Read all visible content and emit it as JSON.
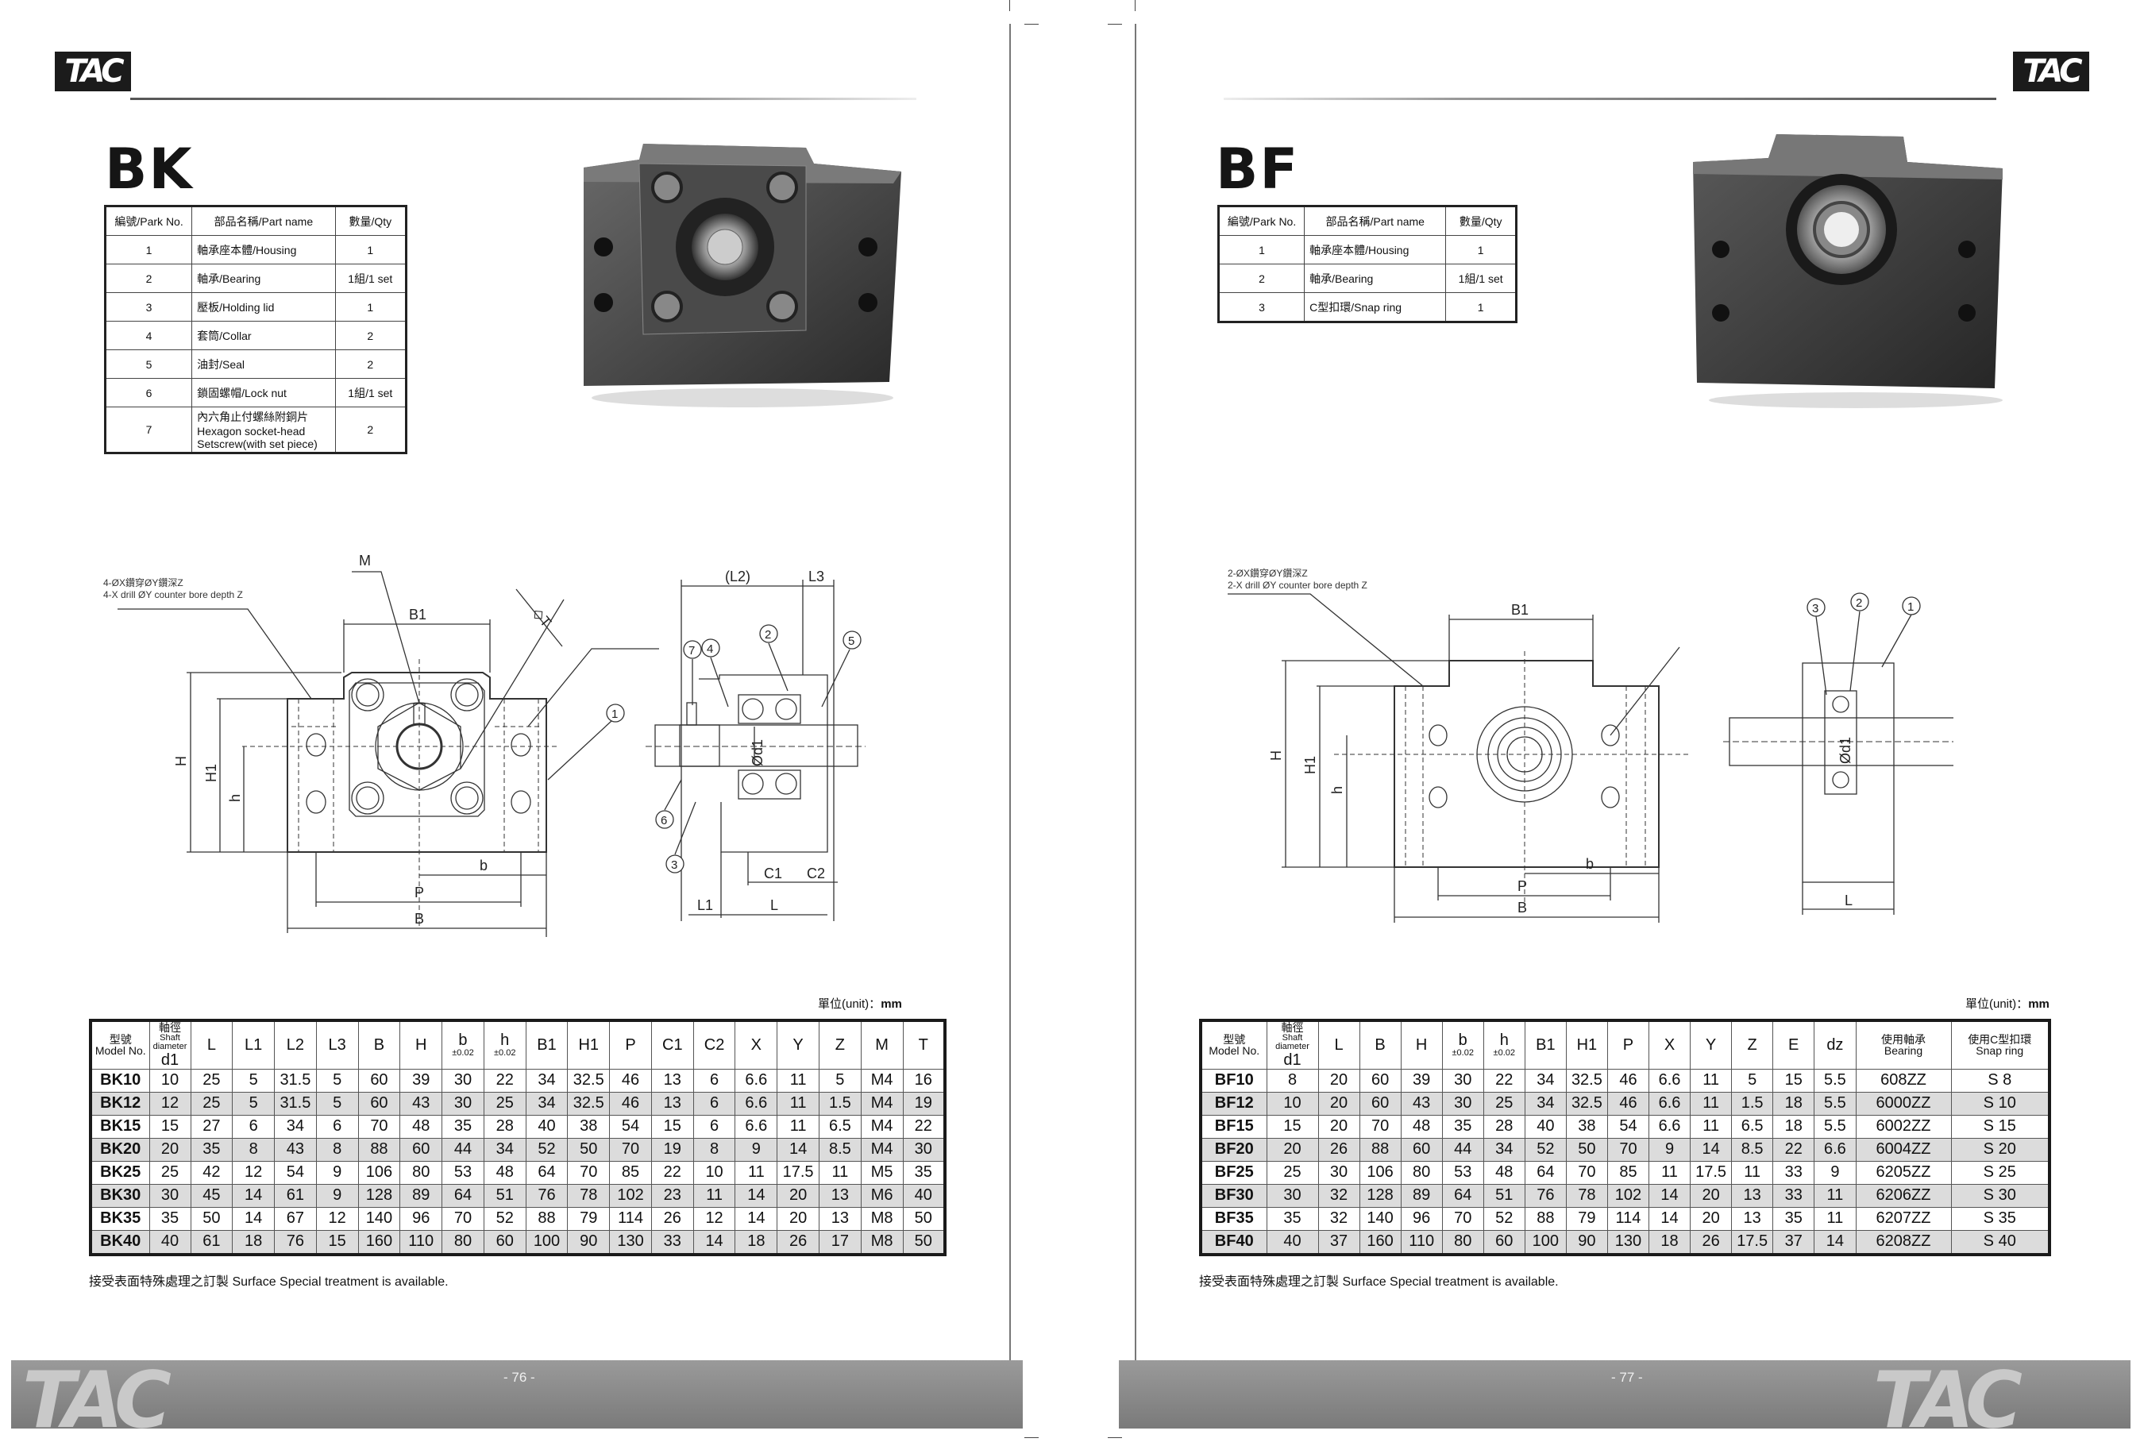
{
  "pages": [
    {
      "logo": "TAC",
      "title": "BK",
      "page_no": "- 76 -",
      "parts": {
        "headers": [
          "編號/Park No.",
          "部品名稱/Part name",
          "數量/Qty"
        ],
        "rows": [
          [
            "1",
            "軸承座本體/Housing",
            "1"
          ],
          [
            "2",
            "軸承/Bearing",
            "1組/1 set"
          ],
          [
            "3",
            "壓板/Holding lid",
            "1"
          ],
          [
            "4",
            "套筒/Collar",
            "2"
          ],
          [
            "5",
            "油封/Seal",
            "2"
          ],
          [
            "6",
            "鎖固螺帽/Lock nut",
            "1組/1 set"
          ],
          [
            "7",
            "內六角止付螺絲附銅片\nHexagon socket-head\nSetscrew(with set piece)",
            "2"
          ]
        ]
      },
      "drawing": {
        "note_zh": "4-ØX鑽穿ØY鑽深Z",
        "note_en": "4-X drill ØY counter bore depth Z",
        "labels": {
          "M": "M",
          "B1": "B1",
          "T": "◇T",
          "H": "H",
          "H1": "H1",
          "h": "h",
          "b": "b",
          "P": "P",
          "B": "B",
          "L2": "(L2)",
          "L3": "L3",
          "C1": "C1",
          "C2": "C2",
          "L1": "L1",
          "L": "L",
          "d1": "Ød1"
        },
        "callouts": [
          "1",
          "2",
          "3",
          "4",
          "5",
          "6",
          "7"
        ]
      },
      "unit_label": "單位(unit)：",
      "unit_value": "mm",
      "spec": {
        "headers": [
          [
            "型號",
            "Model No."
          ],
          [
            "軸徑",
            "Shaft diameter",
            "d1"
          ],
          [
            "L"
          ],
          [
            "L1"
          ],
          [
            "L2"
          ],
          [
            "L3"
          ],
          [
            "B"
          ],
          [
            "H"
          ],
          [
            "b",
            "±0.02"
          ],
          [
            "h",
            "±0.02"
          ],
          [
            "B1"
          ],
          [
            "H1"
          ],
          [
            "P"
          ],
          [
            "C1"
          ],
          [
            "C2"
          ],
          [
            "X"
          ],
          [
            "Y"
          ],
          [
            "Z"
          ],
          [
            "M"
          ],
          [
            "T"
          ]
        ],
        "rows": [
          [
            "BK10",
            "10",
            "25",
            "5",
            "31.5",
            "5",
            "60",
            "39",
            "30",
            "22",
            "34",
            "32.5",
            "46",
            "13",
            "6",
            "6.6",
            "11",
            "5",
            "M4",
            "16"
          ],
          [
            "BK12",
            "12",
            "25",
            "5",
            "31.5",
            "5",
            "60",
            "43",
            "30",
            "25",
            "34",
            "32.5",
            "46",
            "13",
            "6",
            "6.6",
            "11",
            "1.5",
            "M4",
            "19"
          ],
          [
            "BK15",
            "15",
            "27",
            "6",
            "34",
            "6",
            "70",
            "48",
            "35",
            "28",
            "40",
            "38",
            "54",
            "15",
            "6",
            "6.6",
            "11",
            "6.5",
            "M4",
            "22"
          ],
          [
            "BK20",
            "20",
            "35",
            "8",
            "43",
            "8",
            "88",
            "60",
            "44",
            "34",
            "52",
            "50",
            "70",
            "19",
            "8",
            "9",
            "14",
            "8.5",
            "M4",
            "30"
          ],
          [
            "BK25",
            "25",
            "42",
            "12",
            "54",
            "9",
            "106",
            "80",
            "53",
            "48",
            "64",
            "70",
            "85",
            "22",
            "10",
            "11",
            "17.5",
            "11",
            "M5",
            "35"
          ],
          [
            "BK30",
            "30",
            "45",
            "14",
            "61",
            "9",
            "128",
            "89",
            "64",
            "51",
            "76",
            "78",
            "102",
            "23",
            "11",
            "14",
            "20",
            "13",
            "M6",
            "40"
          ],
          [
            "BK35",
            "35",
            "50",
            "14",
            "67",
            "12",
            "140",
            "96",
            "70",
            "52",
            "88",
            "79",
            "114",
            "26",
            "12",
            "14",
            "20",
            "13",
            "M8",
            "50"
          ],
          [
            "BK40",
            "40",
            "61",
            "18",
            "76",
            "15",
            "160",
            "110",
            "80",
            "60",
            "100",
            "90",
            "130",
            "33",
            "14",
            "18",
            "26",
            "17",
            "M8",
            "50"
          ]
        ]
      },
      "note": "接受表面特殊處理之訂製 Surface Special treatment is available."
    },
    {
      "logo": "TAC",
      "title": "BF",
      "page_no": "- 77 -",
      "parts": {
        "headers": [
          "編號/Park No.",
          "部品名稱/Part name",
          "數量/Qty"
        ],
        "rows": [
          [
            "1",
            "軸承座本體/Housing",
            "1"
          ],
          [
            "2",
            "軸承/Bearing",
            "1組/1 set"
          ],
          [
            "3",
            "C型扣環/Snap ring",
            "1"
          ]
        ]
      },
      "drawing": {
        "note_zh": "2-ØX鑽穿ØY鑽深Z",
        "note_en": "2-X drill ØY counter bore depth Z",
        "labels": {
          "B1": "B1",
          "H": "H",
          "H1": "H1",
          "h": "h",
          "b": "b",
          "P": "P",
          "B": "B",
          "L": "L",
          "d1": "Ød1"
        },
        "callouts": [
          "1",
          "2",
          "3"
        ]
      },
      "unit_label": "單位(unit)：",
      "unit_value": "mm",
      "spec": {
        "headers": [
          [
            "型號",
            "Model No."
          ],
          [
            "軸徑",
            "Shaft diameter",
            "d1"
          ],
          [
            "L"
          ],
          [
            "B"
          ],
          [
            "H"
          ],
          [
            "b",
            "±0.02"
          ],
          [
            "h",
            "±0.02"
          ],
          [
            "B1"
          ],
          [
            "H1"
          ],
          [
            "P"
          ],
          [
            "X"
          ],
          [
            "Y"
          ],
          [
            "Z"
          ],
          [
            "E"
          ],
          [
            "dz"
          ],
          [
            "使用軸承",
            "Bearing"
          ],
          [
            "使用C型扣環",
            "Snap ring"
          ]
        ],
        "rows": [
          [
            "BF10",
            "8",
            "20",
            "60",
            "39",
            "30",
            "22",
            "34",
            "32.5",
            "46",
            "6.6",
            "11",
            "5",
            "15",
            "5.5",
            "608ZZ",
            "S 8"
          ],
          [
            "BF12",
            "10",
            "20",
            "60",
            "43",
            "30",
            "25",
            "34",
            "32.5",
            "46",
            "6.6",
            "11",
            "1.5",
            "18",
            "5.5",
            "6000ZZ",
            "S 10"
          ],
          [
            "BF15",
            "15",
            "20",
            "70",
            "48",
            "35",
            "28",
            "40",
            "38",
            "54",
            "6.6",
            "11",
            "6.5",
            "18",
            "5.5",
            "6002ZZ",
            "S 15"
          ],
          [
            "BF20",
            "20",
            "26",
            "88",
            "60",
            "44",
            "34",
            "52",
            "50",
            "70",
            "9",
            "14",
            "8.5",
            "22",
            "6.6",
            "6004ZZ",
            "S 20"
          ],
          [
            "BF25",
            "25",
            "30",
            "106",
            "80",
            "53",
            "48",
            "64",
            "70",
            "85",
            "11",
            "17.5",
            "11",
            "33",
            "9",
            "6205ZZ",
            "S 25"
          ],
          [
            "BF30",
            "30",
            "32",
            "128",
            "89",
            "64",
            "51",
            "76",
            "78",
            "102",
            "14",
            "20",
            "13",
            "33",
            "11",
            "6206ZZ",
            "S 30"
          ],
          [
            "BF35",
            "35",
            "32",
            "140",
            "96",
            "70",
            "52",
            "88",
            "79",
            "114",
            "14",
            "20",
            "13",
            "35",
            "11",
            "6207ZZ",
            "S 35"
          ],
          [
            "BF40",
            "40",
            "37",
            "160",
            "110",
            "80",
            "60",
            "100",
            "90",
            "130",
            "18",
            "26",
            "17.5",
            "37",
            "14",
            "6208ZZ",
            "S 40"
          ]
        ]
      },
      "note": "接受表面特殊處理之訂製 Surface Special treatment is available."
    }
  ]
}
